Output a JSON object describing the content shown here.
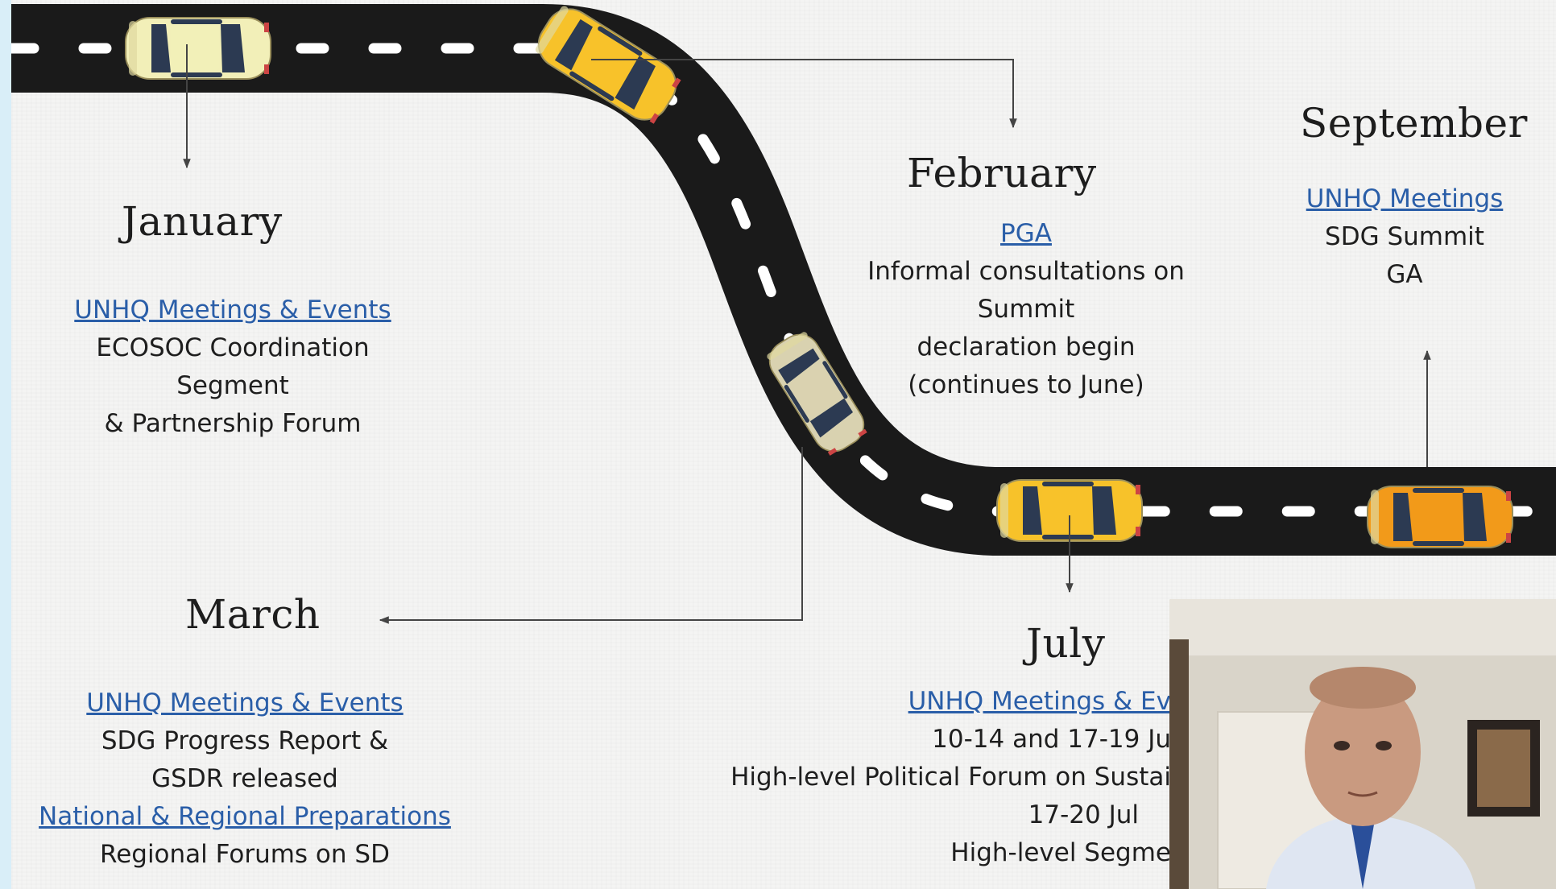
{
  "months": {
    "january": "January",
    "february": "February",
    "march": "March",
    "july": "July",
    "september": "September"
  },
  "january": {
    "link": "UNHQ Meetings & Events",
    "lines": [
      "ECOSOC Coordination",
      "Segment",
      "& Partnership Forum"
    ]
  },
  "february": {
    "link": "PGA",
    "lines": [
      "Informal consultations on",
      "Summit",
      "declaration begin",
      "(continues to June)"
    ]
  },
  "march": {
    "link1": "UNHQ Meetings & Events",
    "lines1": [
      "SDG Progress Report &",
      "GSDR released"
    ],
    "link2": "National & Regional Preparations",
    "lines2": [
      "Regional Forums on SD"
    ]
  },
  "july": {
    "link": "UNHQ Meetings & Ev",
    "lines": [
      "10-14 and 17-19 Ju",
      "High-level Political Forum on Sustai",
      "17-20 Jul",
      "High-level Segme"
    ]
  },
  "september": {
    "link": "UNHQ Meetings",
    "lines": [
      "SDG Summit",
      "GA"
    ]
  },
  "colors": {
    "road": "#1a1a1a",
    "lane": "#ffffff",
    "link": "#2a5ea8",
    "car_cream": "#f2efb8",
    "car_yellow": "#f7c22a",
    "car_beige": "#d9d2b0",
    "car_orange": "#f29a1a"
  },
  "icons": [
    "car-icon",
    "arrow-icon",
    "webcam-person"
  ]
}
